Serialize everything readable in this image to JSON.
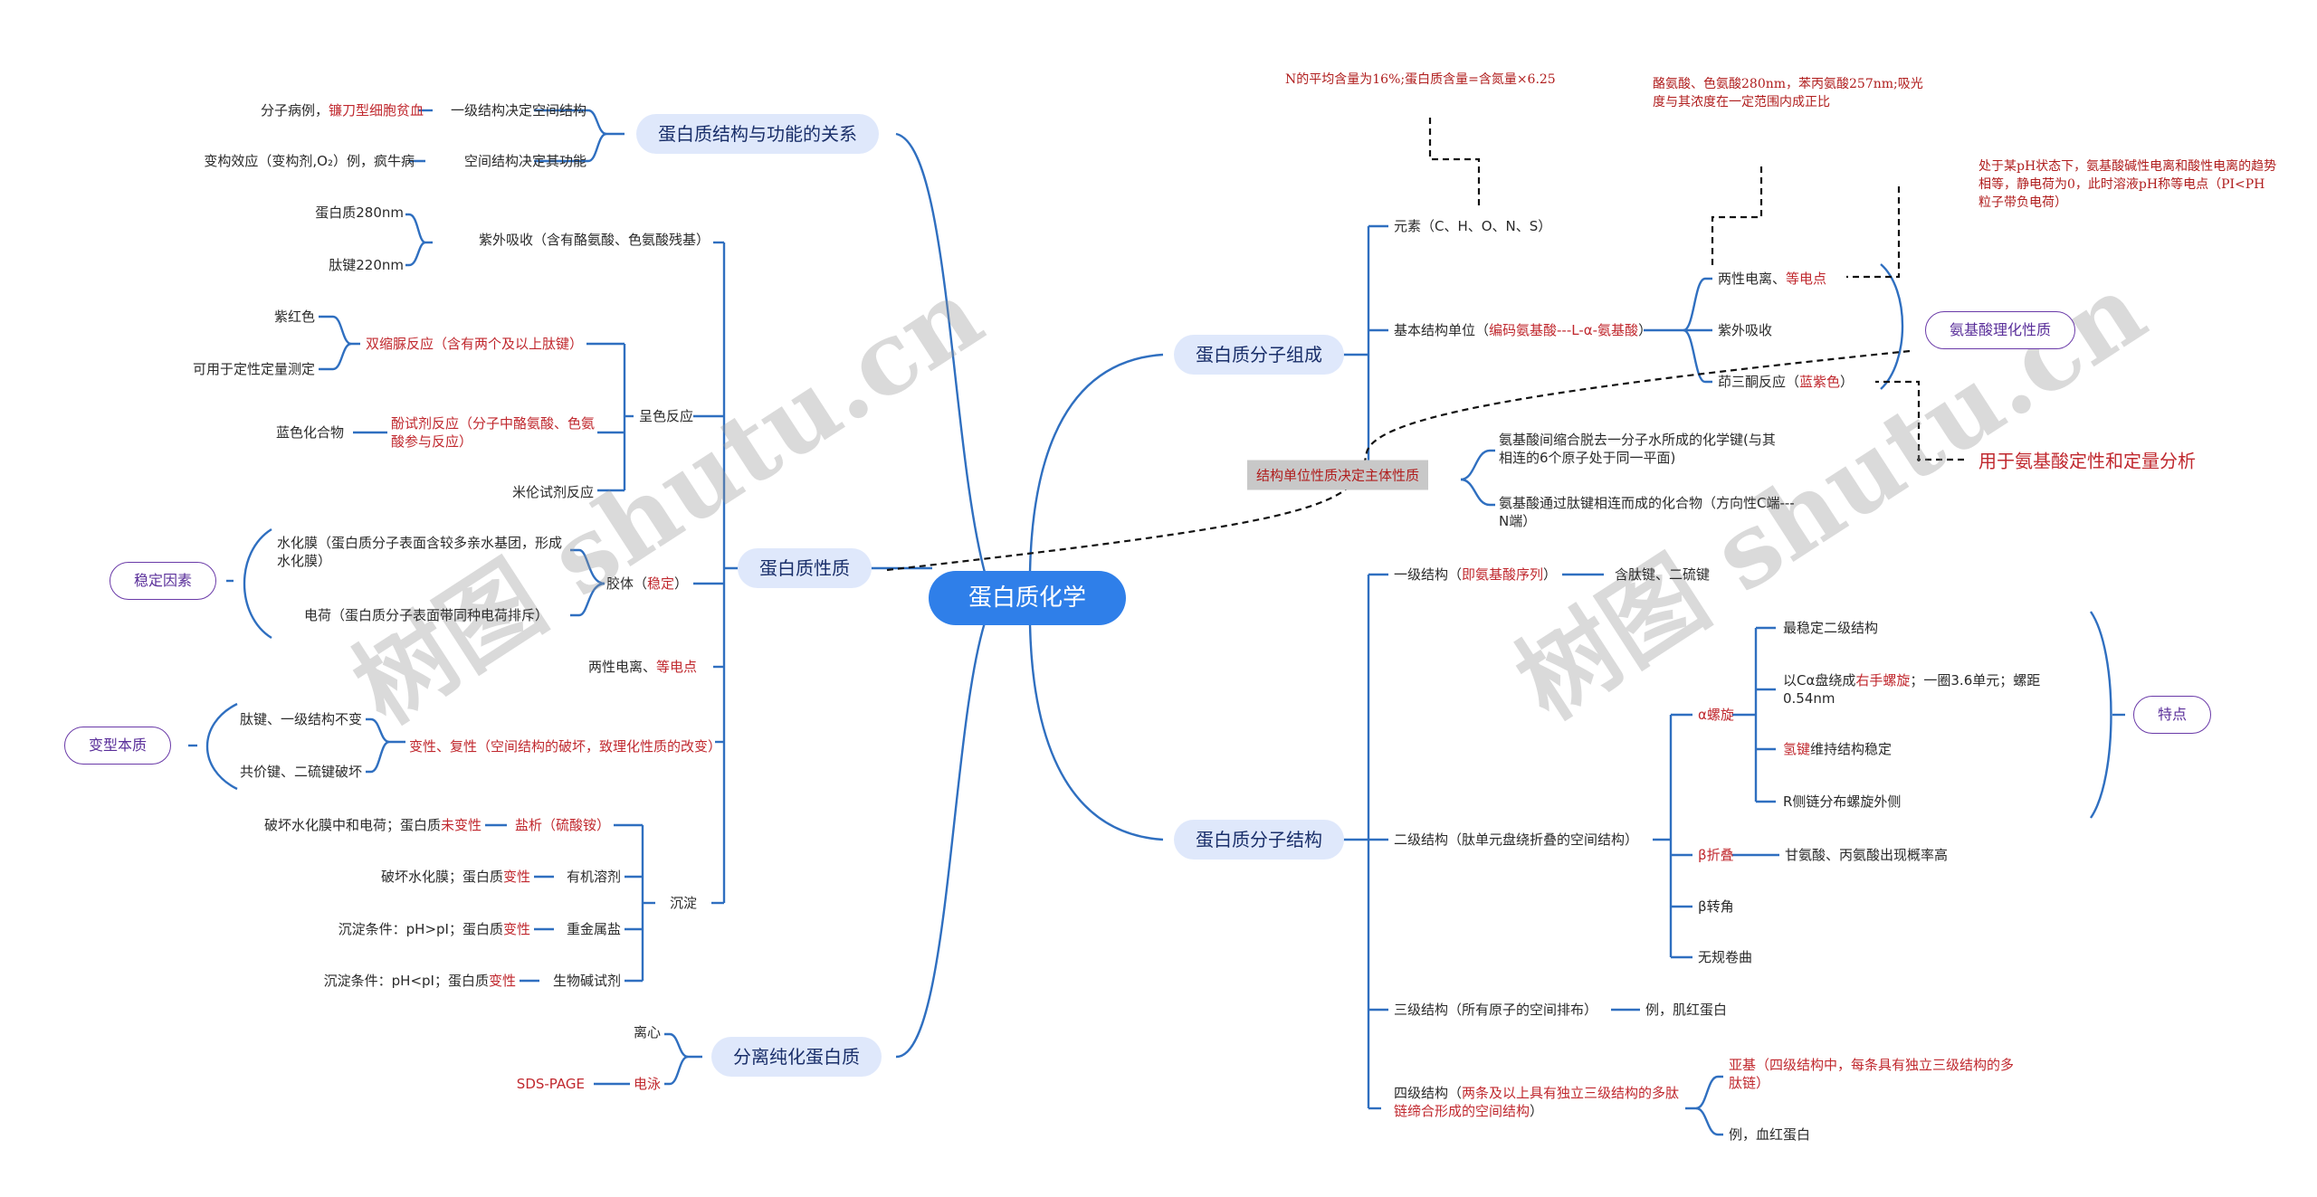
{
  "root": "蛋白质化学",
  "watermark": "树图 shutu.cn",
  "left": {
    "relation": {
      "title": "蛋白质结构与功能的关系",
      "item1": {
        "label": "一级结构决定空间结构",
        "example_a": "分子病例，",
        "example_b": "镰刀型细胞贫血"
      },
      "item2": {
        "label": "空间结构决定其功能",
        "example": "变构效应（变构剂,O₂）例，疯牛病"
      }
    },
    "properties": {
      "title": "蛋白质性质",
      "uv": {
        "label": "紫外吸收（含有酪氨酸、色氨酸残基）",
        "a": "蛋白质280nm",
        "b": "肽键220nm"
      },
      "color": {
        "label": "呈色反应",
        "biuret": {
          "label": "双缩脲反应（含有两个及以上肽键）",
          "a": "紫红色",
          "b": "可用于定性定量测定"
        },
        "folin": {
          "label": "酚试剂反应（分子中酪氨酸、色氨酸参与反应）",
          "a": "蓝色化合物"
        },
        "millon": "米伦试剂反应"
      },
      "colloid": {
        "label_a": "胶体（",
        "label_b": "稳定",
        "label_c": "）",
        "a": "水化膜（蛋白质分子表面含较多亲水基团，形成水化膜）",
        "b": "电荷（蛋白质分子表面带同种电荷排斥）",
        "tag": "稳定因素"
      },
      "amphoteric": {
        "a": "两性电离、",
        "b": "等电点"
      },
      "denature": {
        "label": "变性、复性（空间结构的破坏，致理化性质的改变）",
        "a": "肽键、一级结构不变",
        "b": "共价键、二硫键破坏",
        "tag": "变型本质"
      },
      "precip": {
        "label": "沉淀",
        "salt": {
          "label": "盐析（硫酸铵）",
          "note_a": "破坏水化膜中和电荷；蛋白质",
          "note_b": "未变性"
        },
        "organic": {
          "label": "有机溶剂",
          "note_a": "破坏水化膜；蛋白质",
          "note_b": "变性"
        },
        "metal": {
          "label": "重金属盐",
          "note_a": "沉淀条件：pH>pI；蛋白质",
          "note_b": "变性"
        },
        "alkaloid": {
          "label": "生物碱试剂",
          "note_a": "沉淀条件：pH<pI；蛋白质",
          "note_b": "变性"
        }
      }
    },
    "separation": {
      "title": "分离纯化蛋白质",
      "a": "离心",
      "b": "电泳",
      "b_note": "SDS-PAGE"
    }
  },
  "right": {
    "composition": {
      "title": "蛋白质分子组成",
      "elements": "元素（C、H、O、N、S）",
      "unit": {
        "a": "基本结构单位（",
        "b": "编码氨基酸---L-α-氨基酸",
        "c": "）"
      },
      "amino": {
        "a": {
          "x": "两性电离、",
          "y": "等电点"
        },
        "b": "紫外吸收",
        "c": {
          "x": "茚三酮反应（",
          "y": "蓝紫色",
          "z": "）"
        },
        "tag": "氨基酸理化性质",
        "note": "用于氨基酸定性和定量分析"
      },
      "peptide": {
        "a": "氨基酸间缩合脱去一分子水所成的化学键(与其相连的6个原子处于同一平面)",
        "b": "氨基酸通过肽键相连而成的化合物（方向性C端---N端）"
      },
      "grey": "结构单位性质决定主体性质",
      "note_n": "N的平均含量为16%;蛋白质含量=含氮量×6.25",
      "note_uv": "酪氨酸、色氨酸280nm，苯丙氨酸257nm;吸光度与其浓度在一定范围内成正比",
      "note_pi": "处于某pH状态下，氨基酸碱性电离和酸性电离的趋势相等，静电荷为0，此时溶液pH称等电点（PI<PH粒子带负电荷）"
    },
    "structure": {
      "title": "蛋白质分子结构",
      "primary": {
        "a": "一级结构（",
        "b": "即氨基酸序列",
        "c": "）",
        "child": "含肽键、二硫键"
      },
      "secondary": {
        "label": "二级结构（肽单元盘绕折叠的空间结构）",
        "alpha": {
          "label": "α螺旋",
          "a": "最稳定二级结构",
          "b_a": "以Cα盘绕成",
          "b_b": "右手螺旋",
          "b_c": "；一圈3.6单元；螺距0.54nm",
          "c_a": "氢键",
          "c_b": "维持结构稳定",
          "d": "R侧链分布螺旋外侧",
          "tag": "特点"
        },
        "beta": {
          "label": "β折叠",
          "child": "甘氨酸、丙氨酸出现概率高"
        },
        "turn": "β转角",
        "coil": "无规卷曲"
      },
      "tertiary": {
        "label": "三级结构（所有原子的空间排布）",
        "child": "例，肌红蛋白"
      },
      "quaternary": {
        "a": "四级结构（",
        "b": "两条及以上具有独立三级结构的多肽链缔合形成的空间结构",
        "c": "）",
        "sub": {
          "a": "亚基",
          "b": "（四级结构中，每条具有独立三级结构的多肽链）"
        },
        "example": "例，血红蛋白"
      }
    }
  },
  "colors": {
    "branch": "#2f6fc0",
    "root": "#2f7fe9",
    "pill": "#dfe8fb",
    "accent_red": "#c0282e",
    "tag_border": "#6a3aa8"
  }
}
